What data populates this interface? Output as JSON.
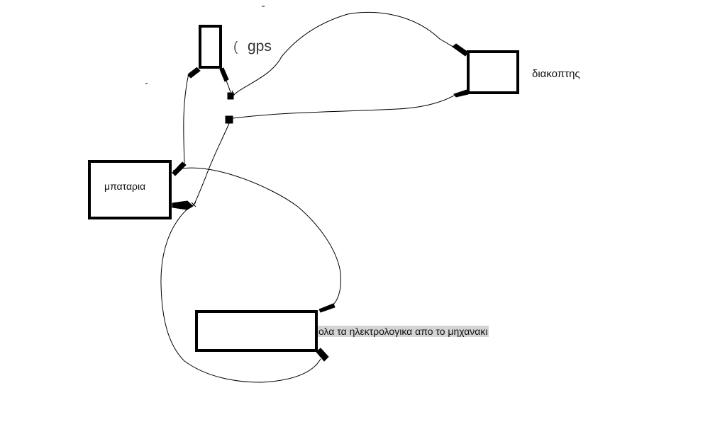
{
  "labels": {
    "gps": "gps",
    "gps_paren": "(",
    "switch": "διακοπτης",
    "battery": "μπαταρια",
    "electrical": "ολα τα ηλεκτρολογικα απο το μηχανακι"
  },
  "colors": {
    "ink": "#000000",
    "background": "#ffffff",
    "label_highlight": "#d4d4d4"
  }
}
